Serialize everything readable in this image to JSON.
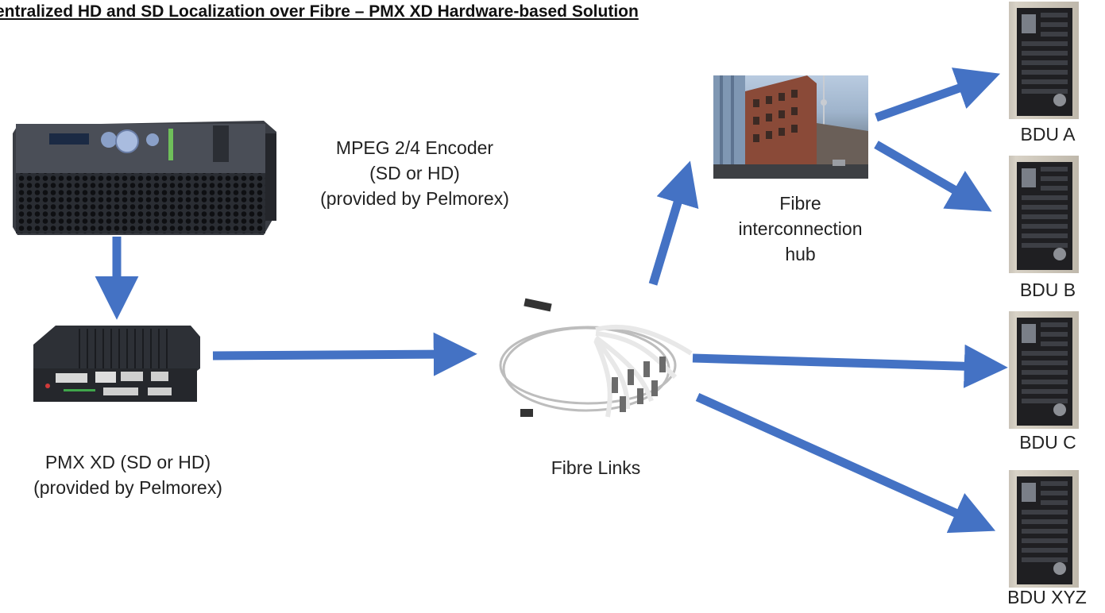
{
  "title": "entralized HD and SD Localization over Fibre – PMX XD Hardware-based Solution",
  "encoder_label": [
    "MPEG 2/4 Encoder",
    "(SD or HD)",
    "(provided by Pelmorex)"
  ],
  "pmx_label": [
    "PMX XD (SD or HD)",
    "(provided by Pelmorex)"
  ],
  "fibre_links_label": "Fibre Links",
  "hub_label": [
    "Fibre",
    "interconnection",
    "hub"
  ],
  "bdu_labels": {
    "a": "BDU A",
    "b": "BDU B",
    "c": "BDU C",
    "xyz": "BDU XYZ"
  },
  "colors": {
    "arrow": "#4472C4",
    "title": "#111111",
    "text": "#222222"
  },
  "icons": {
    "encoder": "rack-encoder-image",
    "pmx": "pmx-xd-box-image",
    "fibre": "fibre-cable-image",
    "hub": "building-image",
    "bdu": "equipment-rack-image"
  }
}
